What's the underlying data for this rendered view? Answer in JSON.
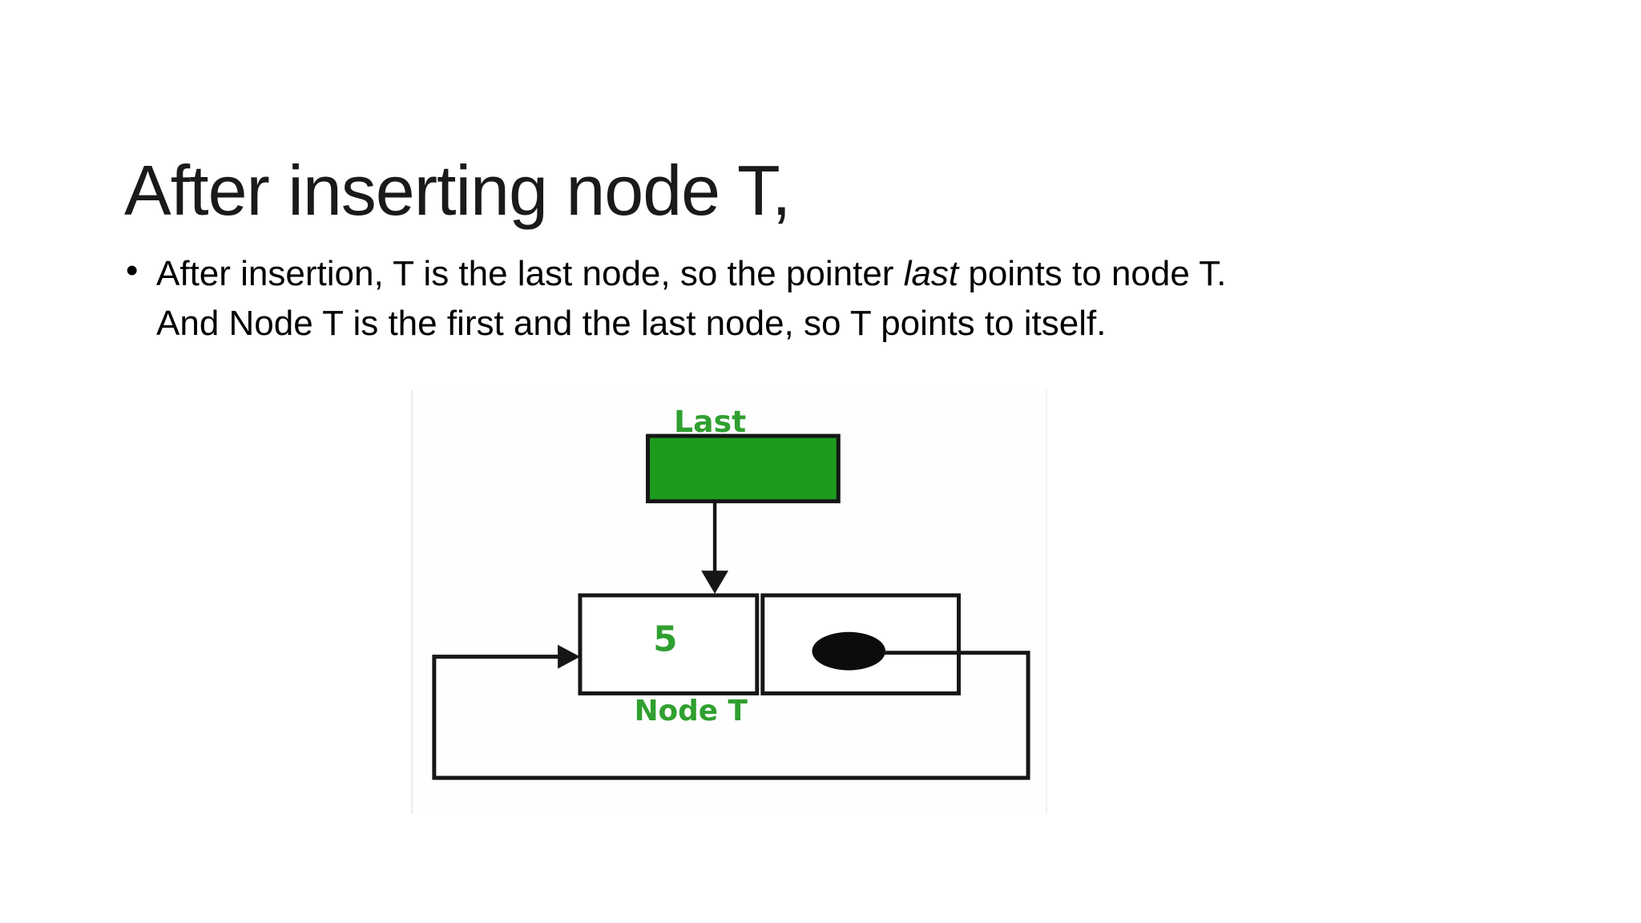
{
  "slide": {
    "title": "After inserting node T,",
    "bullet": {
      "marker": "•",
      "part1": "After insertion, T is the last node, so the pointer ",
      "italic_word": "last",
      "part2": " points to node T.",
      "part3": "And Node T is the first and the last node, so T points to itself."
    }
  },
  "diagram": {
    "last_label": "Last",
    "node_value": "5",
    "node_label": "Node T",
    "colors": {
      "box_fill_green": "#1d9b1d",
      "label_green": "#2fa02f",
      "line_black": "#161616"
    }
  }
}
